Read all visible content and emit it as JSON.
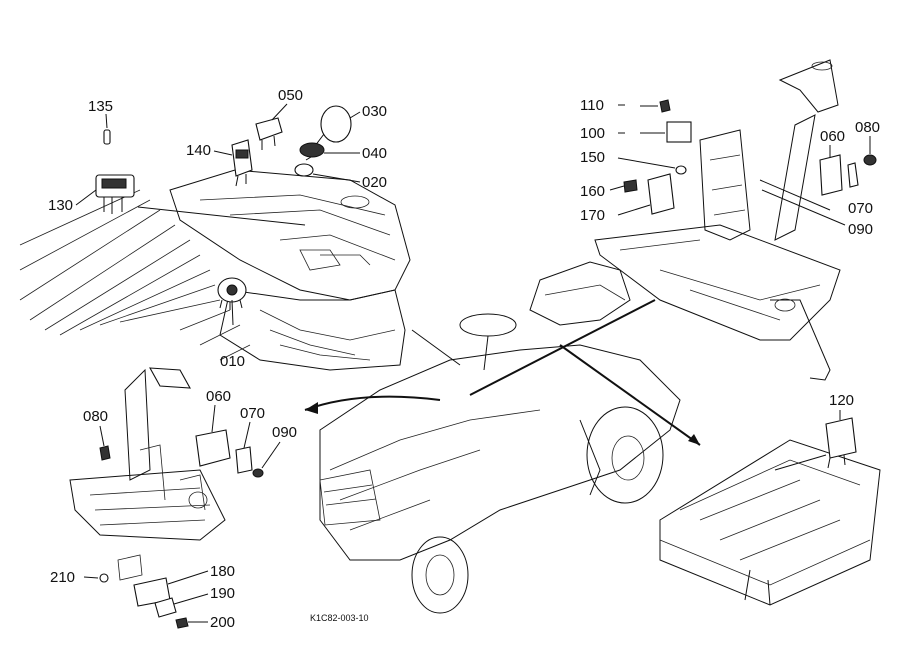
{
  "diagram_code": "K1C82-003-10",
  "callouts": [
    {
      "id": "c135",
      "text": "135"
    },
    {
      "id": "c050",
      "text": "050"
    },
    {
      "id": "c030",
      "text": "030"
    },
    {
      "id": "c140",
      "text": "140"
    },
    {
      "id": "c040",
      "text": "040"
    },
    {
      "id": "c130",
      "text": "130"
    },
    {
      "id": "c020",
      "text": "020"
    },
    {
      "id": "c010",
      "text": "010"
    },
    {
      "id": "c110",
      "text": "110"
    },
    {
      "id": "c100",
      "text": "100"
    },
    {
      "id": "c150",
      "text": "150"
    },
    {
      "id": "c160",
      "text": "160"
    },
    {
      "id": "c170",
      "text": "170"
    },
    {
      "id": "c060r",
      "text": "060"
    },
    {
      "id": "c080r",
      "text": "080"
    },
    {
      "id": "c070r",
      "text": "070"
    },
    {
      "id": "c090r",
      "text": "090"
    },
    {
      "id": "c120",
      "text": "120"
    },
    {
      "id": "c080l",
      "text": "080"
    },
    {
      "id": "c060l",
      "text": "060"
    },
    {
      "id": "c070l",
      "text": "070"
    },
    {
      "id": "c090l",
      "text": "090"
    },
    {
      "id": "c210",
      "text": "210"
    },
    {
      "id": "c180",
      "text": "180"
    },
    {
      "id": "c190",
      "text": "190"
    },
    {
      "id": "c200",
      "text": "200"
    }
  ]
}
